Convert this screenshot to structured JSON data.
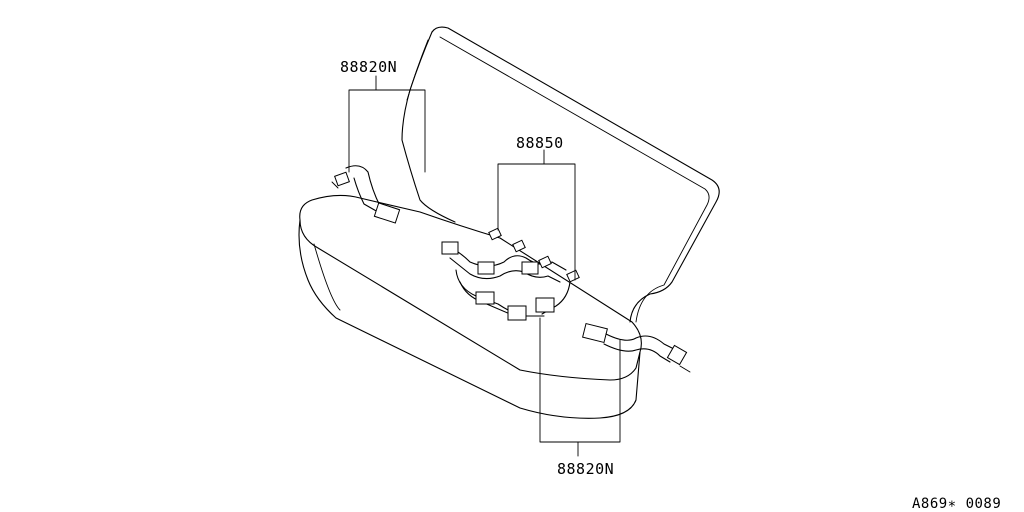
{
  "labels": {
    "part_top_left": "88820N",
    "part_center": "88850",
    "part_bottom_right": "88820N"
  },
  "figure_code": "A869∗ 0089"
}
